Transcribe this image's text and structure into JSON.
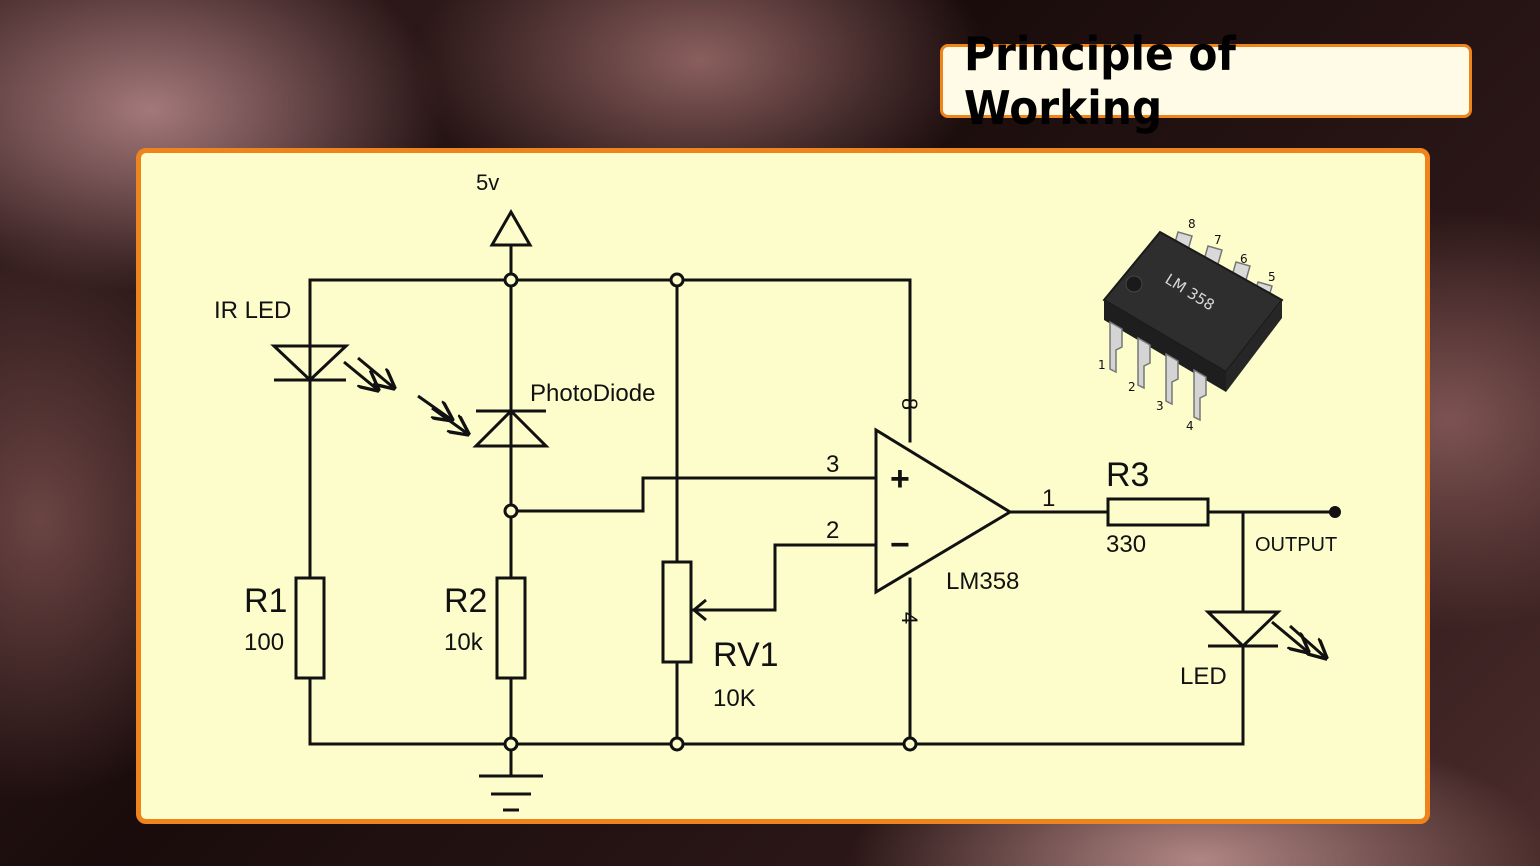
{
  "title": "Principle of Working",
  "labels": {
    "supply": "5v",
    "ir_led": "IR LED",
    "photodiode": "PhotoDiode",
    "r1_name": "R1",
    "r1_value": "100",
    "r2_name": "R2",
    "r2_value": "10k",
    "rv1_name": "RV1",
    "rv1_value": "10K",
    "pin_8": "8",
    "pin_3": "3",
    "pin_plus": "+",
    "pin_2": "2",
    "pin_minus": "−",
    "pin_4": "4",
    "pin_1": "1",
    "opamp": "LM358",
    "r3_name": "R3",
    "r3_value": "330",
    "output": "OUTPUT",
    "led": "LED"
  },
  "chip": {
    "marking": "LM 358",
    "pins_top": [
      "8",
      "7",
      "6",
      "5"
    ],
    "pins_bottom": [
      "1",
      "2",
      "3",
      "4"
    ]
  }
}
